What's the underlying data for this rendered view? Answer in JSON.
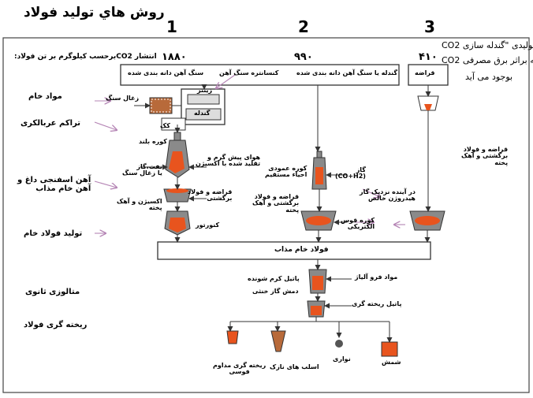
{
  "title": "روش هاي توليد فولاد",
  "routes": [
    {
      "num": "1",
      "co2": "۱۸۸۰"
    },
    {
      "num": "2",
      "co2": "۹۹۰"
    },
    {
      "num": "3",
      "co2": "۴۱۰"
    }
  ],
  "co2_label": "انتشار CO2برحسب کيلوگرم بر تن فولاد:",
  "note": [
    "CO2 توليدی \"گندله سازی+",
    "CO2 اينکه براثر برق مصرفی",
    "بوجود می آيد"
  ],
  "stages": [
    "مواد خام",
    "تراکم عربالکری",
    "آهن اسفنجی داغ و\nآهن خام مذاب",
    "توليد فولاد خام",
    "متالوزی ثانوی",
    "ريخته گری فولاد"
  ],
  "top_boxes": [
    "سنگ آهن دانه بندی شده",
    "کنسانتره سنگ آهن",
    "گندله يا سنگ آهن دانه بندی شده",
    "قراضه"
  ],
  "labels": {
    "coal": "زغال سنگ",
    "sinter": "زينتر",
    "pellet": "گندله",
    "coke": "کک",
    "blast_furnace": "کوره بلند",
    "hot_air": "هوای پيش گرم و\nتقليد شده با اکسيژن",
    "oil_gas": "نفت،گاز\nيا زغال سنگ",
    "scrap1": "قراضه و فولاد\nبرگشتی",
    "oxygen_lime": "اکسيژن و آهک\nپخته",
    "converter": "کنورتور",
    "shaft": "کوره عمودی\nاحياء مستقيم",
    "gas": "گاز\n(CO+H2)",
    "scrap2": "قراضه و فولاد\nبرگشتی و آهک\nپخته",
    "hydrogen": "در آينده نزديک گاز\nهيدروژن خالص",
    "eaf": "کوره قوس\nالکتريکی",
    "scrap3": "قراضه و فولاد\nبرگشتی و آهک\nپخته",
    "molten_steel": "فولاد خام مذاب",
    "ferro": "مواد فرو آلياژ",
    "refining": "پاتيل کرم شونده",
    "inert_gas": "دمش گاز خنثی",
    "casting_ladle": "پاتيل ريخته گری",
    "continuous": "ريخته گری مداوم\nفوسی",
    "twisted": "اسلب های نازک",
    "strip": "نواری",
    "ingot": "شمش"
  },
  "colors": {
    "molten": "#e8541e",
    "metal": "#8a8a8a",
    "arrow": "#c9a0c9",
    "line": "#333333"
  }
}
